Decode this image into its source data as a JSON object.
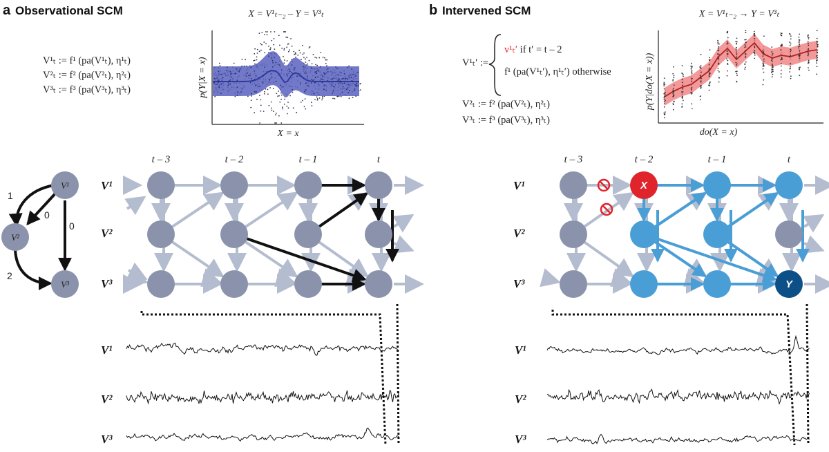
{
  "colors": {
    "node_gray": "#8a93ab",
    "edge_gray": "#b4bccf",
    "edge_black": "#111111",
    "node_blue": "#4a9ed6",
    "node_dark_blue": "#0d4f87",
    "node_red": "#e0242c",
    "band_blue": "#5a62c0",
    "band_red": "#f08080"
  },
  "panel_a": {
    "letter": "a",
    "title": "Observational SCM",
    "equations": [
      "V¹ₜ := f¹ (pa(V¹ₜ), η¹ₜ)",
      "V²ₜ := f² (pa(V²ₜ), η²ₜ)",
      "V³ₜ := f³ (pa(V³ₜ), η³ₜ)"
    ],
    "plot_title": "X = V¹ₜ₋₂ – Y = V³ₜ",
    "plot_ylabel": "p(Y|X = x)",
    "plot_xlabel": "X = x",
    "summary_graph": {
      "nodes": [
        "V¹",
        "V²",
        "V³"
      ],
      "edge_labels": [
        "1",
        "0",
        "0",
        "2"
      ]
    },
    "times": [
      "t – 3",
      "t – 2",
      "t – 1",
      "t"
    ],
    "rows": [
      "V¹",
      "V²",
      "V³"
    ],
    "series_labels": [
      "V¹",
      "V²",
      "V³"
    ]
  },
  "panel_b": {
    "letter": "b",
    "title": "Intervened SCM",
    "eq_lhs": "V¹ₜ′ :=",
    "eq_case1_v": "v¹ₜ′",
    "eq_case1_rest": " if t′ = t – 2",
    "eq_case2": "f¹ (pa(V¹ₜ′), η¹ₜ′) otherwise",
    "equations": [
      "V²ₜ := f² (pa(V²ₜ), η²ₜ)",
      "V³ₜ := f³ (pa(V³ₜ), η³ₜ)"
    ],
    "plot_title": "X = V¹ₜ₋₂ → Y = V³ₜ",
    "plot_ylabel": "p(Y|do(X = x))",
    "plot_xlabel": "do(X = x)",
    "times": [
      "t – 3",
      "t – 2",
      "t – 1",
      "t"
    ],
    "rows": [
      "V¹",
      "V²",
      "V³"
    ],
    "node_x_label": "X",
    "node_y_label": "Y",
    "series_labels": [
      "V¹",
      "V²",
      "V³"
    ]
  }
}
